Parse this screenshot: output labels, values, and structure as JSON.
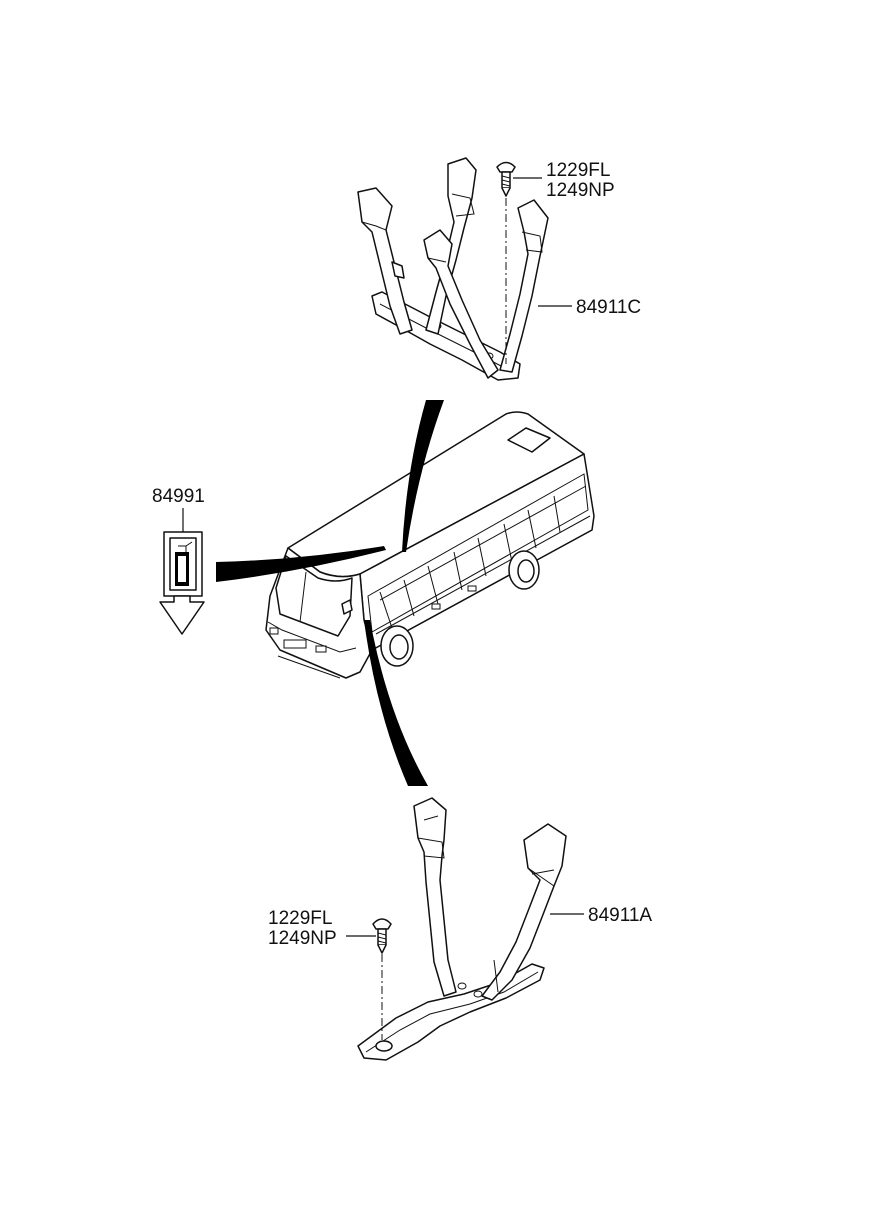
{
  "labels": {
    "top_screw_a": "1229FL",
    "top_screw_b": "1249NP",
    "top_bracket": "84911C",
    "extinguisher": "84991",
    "bottom_screw_a": "1229FL",
    "bottom_screw_b": "1249NP",
    "bottom_bracket": "84911A"
  },
  "icons": [
    "screw-icon",
    "bracket-icon",
    "bus-icon",
    "fire-extinguisher-icon",
    "arrow-down-icon"
  ]
}
